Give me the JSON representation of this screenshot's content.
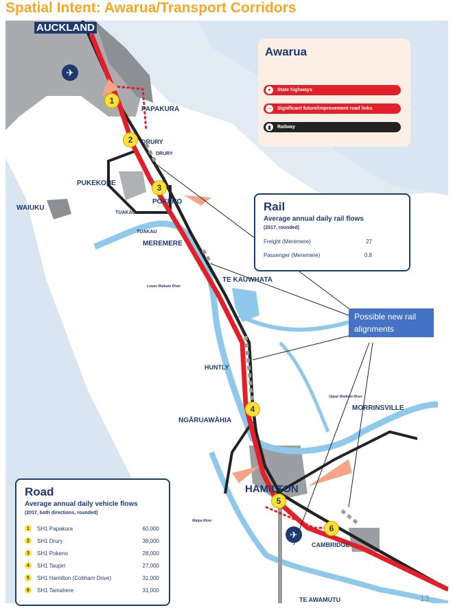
{
  "title": "Spatial Intent: Awarua/Transport Corridors",
  "legend": {
    "title": "Awarua",
    "items": [
      {
        "label": "State highways",
        "color": "#e3202a",
        "icon": "road-icon"
      },
      {
        "label": "Significant future/improvement road links",
        "color": "#e3202a",
        "icon": "road-dashed-icon"
      },
      {
        "label": "Railway",
        "color": "#222222",
        "icon": "rail-icon"
      }
    ]
  },
  "places": {
    "auckland": "AUCKLAND",
    "papakura": "PAPAKURA",
    "drury_road": "DRURY",
    "drury_rail": "DRURY",
    "pukekohe": "PUKEKOHE",
    "waiuku": "WAIUKU",
    "pokeno": "POKENO",
    "tuakau_1": "TUAKAU",
    "tuakau_2": "TUAKAU",
    "meremere": "MEREMERE",
    "te_kauwhata": "TE KAUWHATA",
    "lower_waikato_river": "Lower Waikato River",
    "huntly": "HUNTLY",
    "upper_waikato_river": "Upper Waikato River",
    "morrinsville": "MORRINSVILLE",
    "ngaruawahia": "NGĀRUAWĀHIA",
    "hamilton": "HAMILTON",
    "waipa_river": "Waipa River",
    "cambridge": "CAMBRIDGE",
    "te_awamutu": "TE AWAMUTU"
  },
  "markers": [
    "1",
    "2",
    "3",
    "4",
    "5",
    "6"
  ],
  "rail": {
    "title": "Rail",
    "subtitle": "Average annual daily rail flows",
    "note": "(2017, rounded)",
    "rows": [
      {
        "label": "Freight (Meremere)",
        "value": "27"
      },
      {
        "label": "Passenger (Meremere)",
        "value": "0.8"
      }
    ]
  },
  "road": {
    "title": "Road",
    "subtitle": "Average annual daily vehicle flows",
    "note": "(2017, both directions, rounded)",
    "rows": [
      {
        "num": "1",
        "label": "SH1 Papakura",
        "value": "60,000"
      },
      {
        "num": "2",
        "label": "SH1 Drury",
        "value": "38,000"
      },
      {
        "num": "3",
        "label": "SH1 Pokeno",
        "value": "28,000"
      },
      {
        "num": "4",
        "label": "SH1 Taupiri",
        "value": "27,000"
      },
      {
        "num": "5",
        "label": "SH1 Hamilton (Cobham Drive)",
        "value": "31,000"
      },
      {
        "num": "6",
        "label": "SH1 Tamahere",
        "value": "31,000"
      }
    ]
  },
  "callout": "Possible new rail alignments",
  "page_number": "13",
  "colors": {
    "title": "#f5a623",
    "navy": "#1d3a6e",
    "highway": "#e3202a",
    "rail": "#222222",
    "river": "#8ec9ec",
    "callout": "#4472c4"
  }
}
